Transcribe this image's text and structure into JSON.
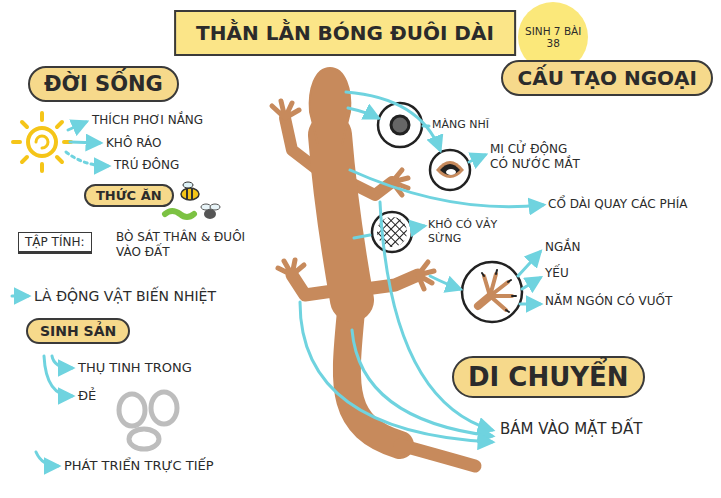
{
  "diagram": {
    "title": "THẰN LẰN BÓNG ĐUÔI DÀI",
    "nodes": [
      {
        "text": [
          "SINH 7 BÀI 38"
        ]
      },
      {
        "text": [
          "ĐỜI SỐNG"
        ]
      },
      {
        "text": [
          "THỨC ĂN"
        ]
      },
      {
        "text": [
          "TẬP TÍNH:"
        ]
      },
      {
        "text": [
          "SINH SẢN"
        ]
      },
      {
        "text": [
          "CẤU TẠO NGOẠI"
        ]
      },
      {
        "text": [
          "DI CHUYỂN"
        ]
      }
    ],
    "labels": [
      "THÍCH PHƠI NẮNG",
      "KHÔ RÁO",
      "TRÚ ĐÔNG",
      "BÒ SÁT THÂN & ĐUÔI VÀO ĐẤT",
      "LÀ ĐỘNG VẬT BIẾN NHIỆT",
      "THỤ TINH TRONG",
      "ĐẺ",
      "PHÁT TRIỂN TRỰC TIẾP",
      "MÀNG NHĨ",
      "MI CỬ ĐỘNG CÓ NƯỚC MẮT",
      "CỔ DÀI QUAY CÁC PHÍA",
      "KHÔ CÓ VẢY SỪNG",
      "NGẮN",
      "YẾU",
      "NĂM NGÓN CÓ VUỐT",
      "BÁM VÀO MẶT ĐẤT"
    ]
  }
}
